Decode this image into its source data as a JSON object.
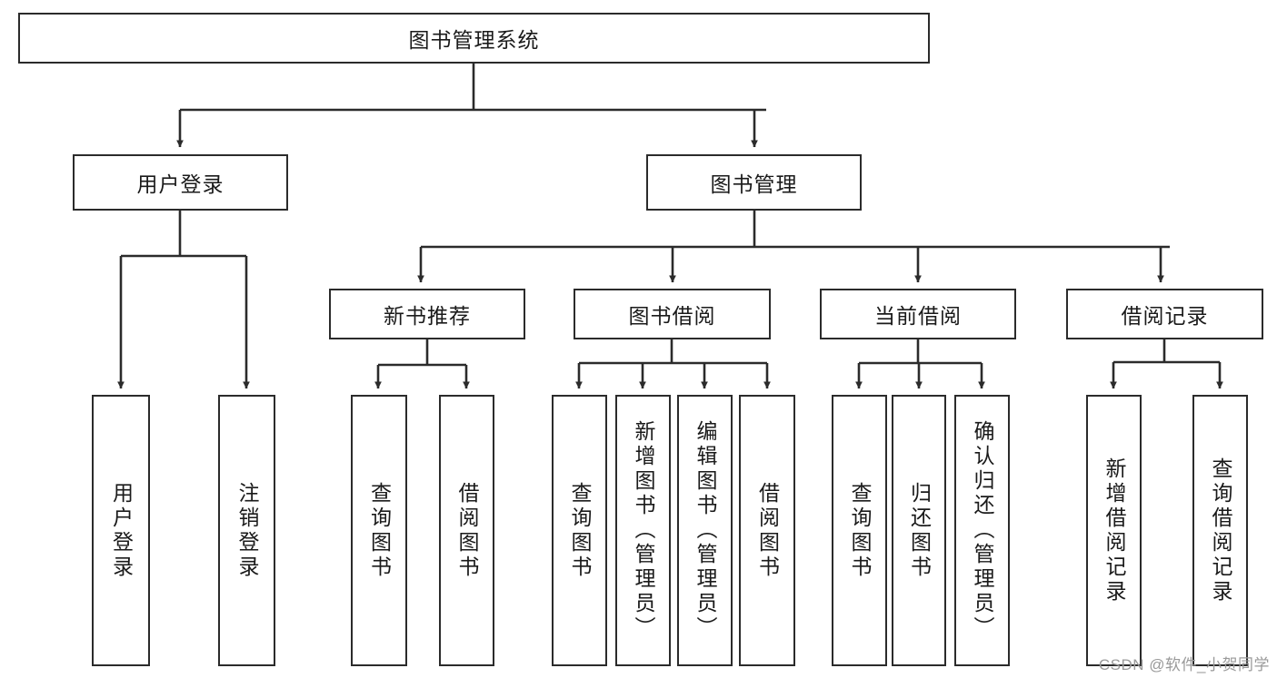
{
  "diagram": {
    "title": "图书管理系统",
    "type": "tree-hierarchy",
    "watermark": "CSDN @软件_小贺同学",
    "colors": {
      "box_border": "#2b2b2b",
      "box_fill": "#ffffff",
      "edge": "#2b2b2b",
      "text": "#1a1a1a",
      "watermark": "#9a9a9a"
    },
    "root": {
      "label": "图书管理系统"
    },
    "level1": [
      {
        "label": "用户登录"
      },
      {
        "label": "图书管理"
      }
    ],
    "level2": [
      {
        "label": "新书推荐"
      },
      {
        "label": "图书借阅"
      },
      {
        "label": "当前借阅"
      },
      {
        "label": "借阅记录"
      }
    ],
    "leaves": {
      "user_login": [
        {
          "label": "用户登录"
        },
        {
          "label": "注销登录"
        }
      ],
      "new_book_recommend": [
        {
          "label": "查询图书"
        },
        {
          "label": "借阅图书"
        }
      ],
      "book_borrow": [
        {
          "label": "查询图书"
        },
        {
          "label": "新增图书（管理员）"
        },
        {
          "label": "编辑图书（管理员）"
        },
        {
          "label": "借阅图书"
        }
      ],
      "current_borrow": [
        {
          "label": "查询图书"
        },
        {
          "label": "归还图书"
        },
        {
          "label": "确认归还（管理员）"
        }
      ],
      "borrow_record": [
        {
          "label": "新增借阅记录"
        },
        {
          "label": "查询借阅记录"
        }
      ]
    }
  }
}
